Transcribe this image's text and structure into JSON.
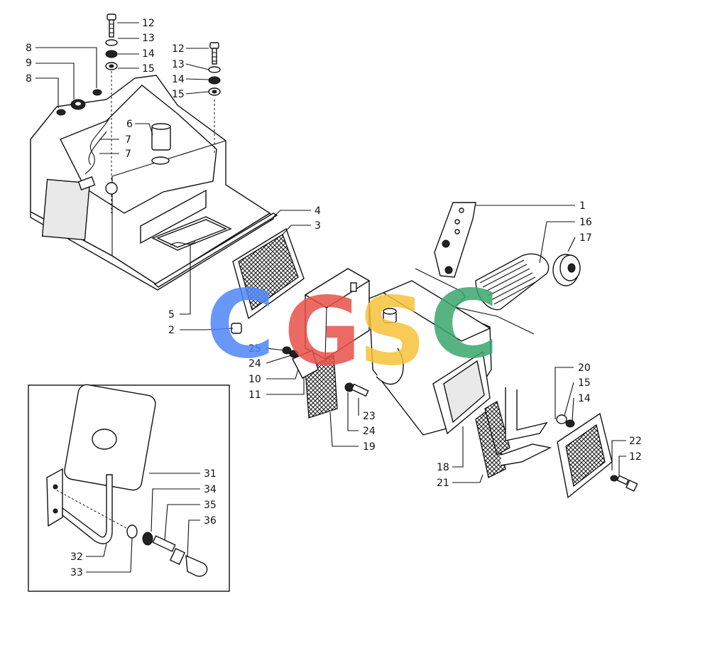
{
  "callouts": {
    "c12a": "12",
    "c13a": "13",
    "c14a": "14",
    "c15a": "15",
    "c8a": "8",
    "c9": "9",
    "c8b": "8",
    "c12b": "12",
    "c13b": "13",
    "c14b": "14",
    "c15b": "15",
    "c6": "6",
    "c7a": "7",
    "c7b": "7",
    "c4": "4",
    "c3": "3",
    "c5": "5",
    "c2": "2",
    "c1": "1",
    "c16": "16",
    "c17": "17",
    "c25": "25",
    "c24a": "24",
    "c10": "10",
    "c11": "11",
    "c23": "23",
    "c24b": "24",
    "c19": "19",
    "c18": "18",
    "c21": "21",
    "c20": "20",
    "c15c": "15",
    "c14c": "14",
    "c22": "22",
    "c12c": "12",
    "c31": "31",
    "c34": "34",
    "c35": "35",
    "c36": "36",
    "c32": "32",
    "c33": "33"
  },
  "watermark": {
    "letters": [
      "C",
      "G",
      "S",
      "C"
    ],
    "colors": [
      "#4f86f7",
      "#e8524a",
      "#f6c338",
      "#3aa76d"
    ]
  }
}
